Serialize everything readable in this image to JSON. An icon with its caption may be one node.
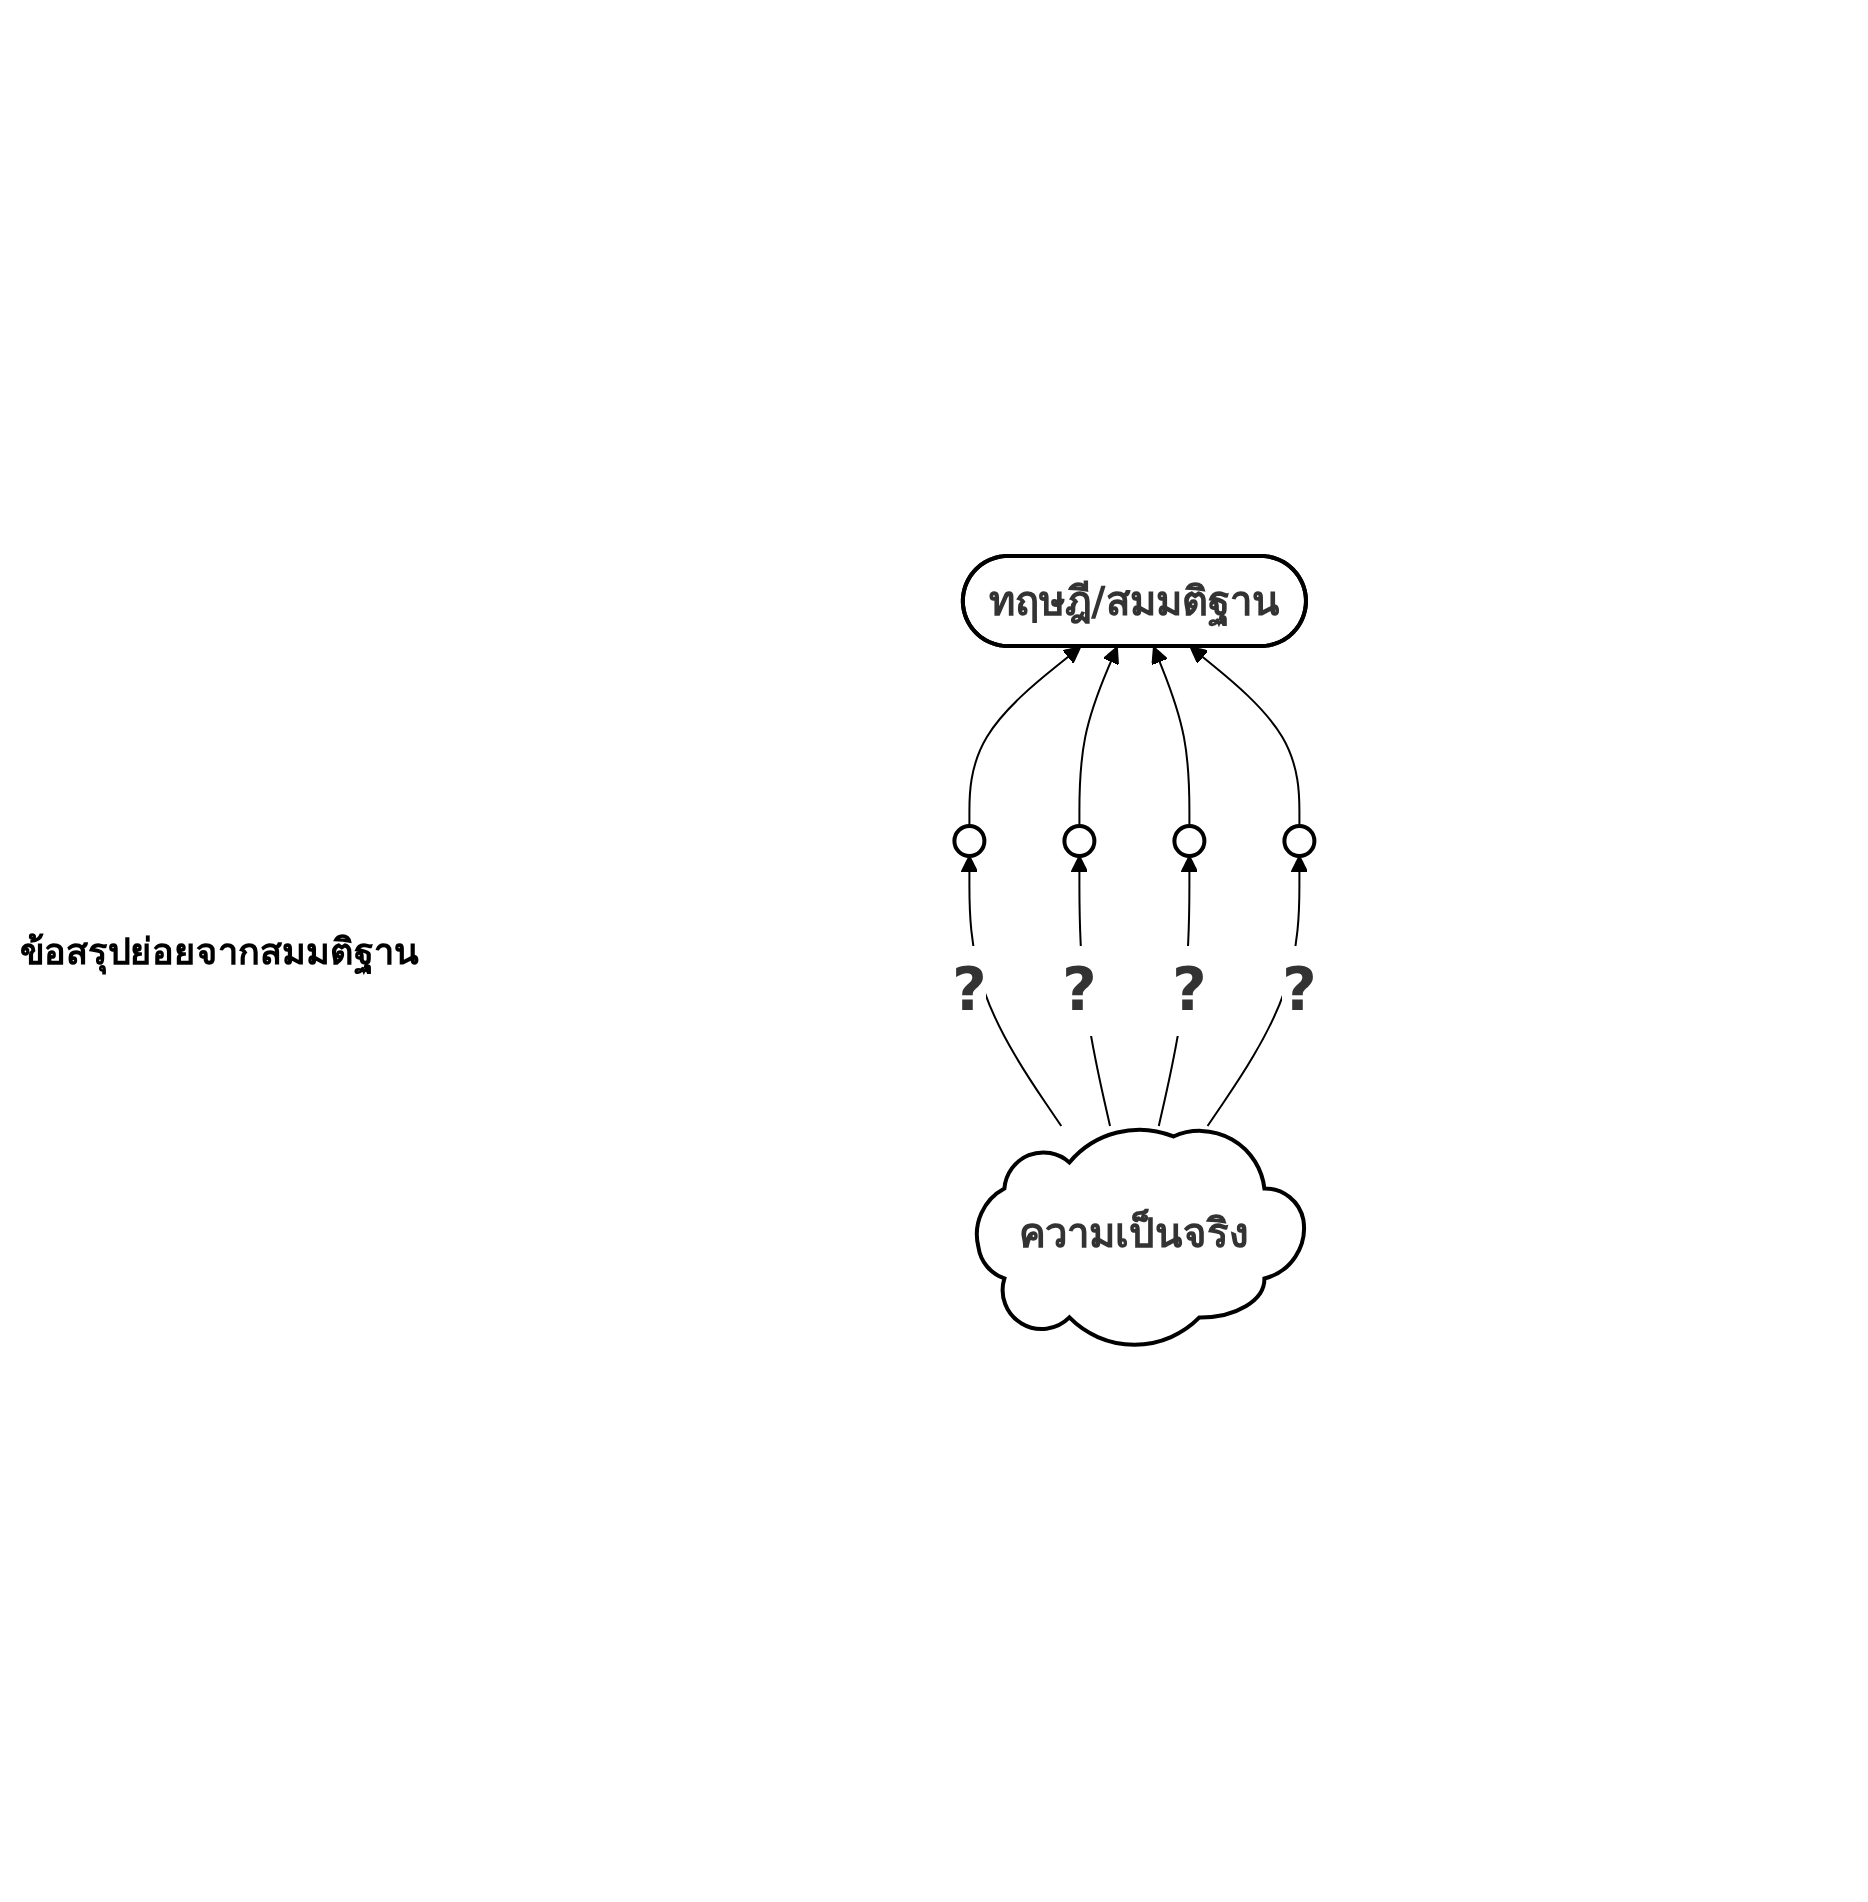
{
  "diagram": {
    "nodes": [
      {
        "text": [
          "ทฤษฎี/สมมติฐาน"
        ]
      },
      {
        "text": [],
        "shape": "circle"
      },
      {
        "text": [],
        "shape": "circle"
      },
      {
        "text": [],
        "shape": "circle"
      },
      {
        "text": [],
        "shape": "circle"
      },
      {
        "text": [
          "ความเป็นจริง"
        ]
      }
    ],
    "edges": [
      {
        "from": 1,
        "to": 0,
        "arrow": "to"
      },
      {
        "from": 2,
        "to": 0,
        "arrow": "to"
      },
      {
        "from": 3,
        "to": 0,
        "arrow": "to"
      },
      {
        "from": 4,
        "to": 0,
        "arrow": "to"
      },
      {
        "from": 5,
        "to": 1,
        "arrow": "to",
        "label": "?"
      },
      {
        "from": 5,
        "to": 2,
        "arrow": "to",
        "label": "?"
      },
      {
        "from": 5,
        "to": 3,
        "arrow": "to",
        "label": "?"
      },
      {
        "from": 5,
        "to": 4,
        "arrow": "to",
        "label": "?"
      }
    ],
    "labels": [
      "ข้อสรุปย่อยจากสมมติฐาน"
    ]
  }
}
